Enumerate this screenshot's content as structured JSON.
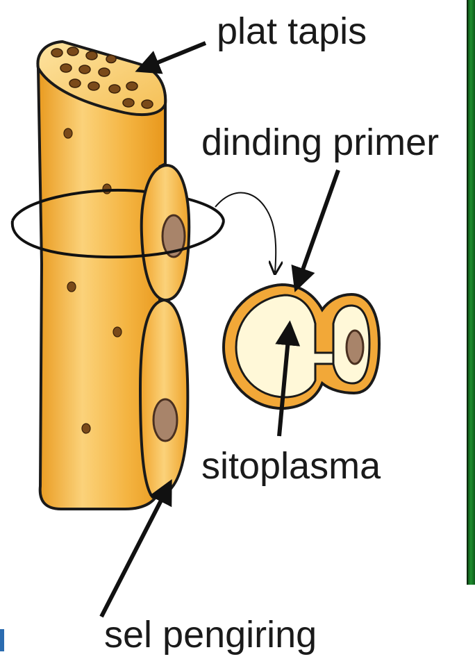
{
  "labels": {
    "plat_tapis": "plat tapis",
    "dinding_primer": "dinding primer",
    "sitoplasma": "sitoplasma",
    "sel_pengiring": "sel pengiring"
  },
  "colors": {
    "cell_fill": "#f4b441",
    "cell_highlight": "#fbd27a",
    "cell_outline": "#1a1a1a",
    "nucleus": "#a8846a",
    "pore": "#7a4a1a",
    "cytoplasm": "#fff8d8",
    "edge_green": "#1f8f2f"
  },
  "icons": [
    "arrow-icon",
    "curved-arrow-icon"
  ]
}
